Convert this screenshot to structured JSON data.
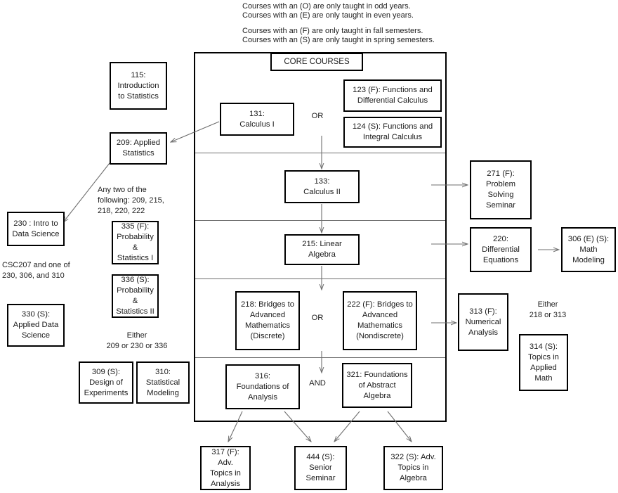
{
  "legend": {
    "block1": "Courses with an (O) are only taught in odd years.\nCourses with an (E) are only taught in even years.",
    "block2": "Courses with an (F) are only taught in fall semesters.\nCourses with an (S) are only taught in spring semesters."
  },
  "core": {
    "header": "CORE COURSES",
    "or_1": "OR",
    "or_2": "OR",
    "and_1": "AND",
    "boxes": {
      "c131": "131:\nCalculus I",
      "c123": "123 (F): Functions and\nDifferential Calculus",
      "c124": "124 (S): Functions and\nIntegral Calculus",
      "c133": "133:\nCalculus II",
      "c215": "215: Linear Algebra",
      "c218": "218: Bridges to\nAdvanced\nMathematics\n(Discrete)",
      "c222": "222 (F): Bridges to\nAdvanced\nMathematics\n(Nondiscrete)",
      "c316": "316:\nFoundations of\nAnalysis",
      "c321": "321: Foundations\nof Abstract\nAlgebra"
    }
  },
  "left": {
    "c115": "115:\nIntroduction\nto Statistics",
    "c209": "209: Applied\nStatistics",
    "c230": "230 : Intro to\nData Science",
    "c330": "330 (S):\nApplied Data\nScience",
    "c335": "335 (F):\nProbability &\nStatistics I",
    "c336": "336 (S):\nProbability &\nStatistics II",
    "c309": "309  (S):\nDesign of\nExperiments",
    "c310": "310:\nStatistical\nModeling",
    "note_any_two": "Any two of the\nfollowing: 209, 215,\n218, 220, 222",
    "note_csc207": "CSC207 and one of\n230, 306, and 310",
    "note_either": "Either\n209 or 230 or 336"
  },
  "right": {
    "c271": "271 (F):\nProblem\nSolving\nSeminar",
    "c220": "220:\nDifferential\nEquations",
    "c306": "306 (E) (S):\nMath\nModeling",
    "c313": "313 (F):\nNumerical\nAnalysis",
    "c314": "314 (S):\nTopics in\nApplied\nMath",
    "note_either": "Either\n218 or 313"
  },
  "bottom": {
    "c317": "317 (F): Adv.\nTopics in\nAnalysis",
    "c444": "444 (S):\nSenior\nSeminar",
    "c322": "322 (S): Adv.\nTopics in\nAlgebra"
  },
  "colors": {
    "border": "#000000",
    "divider": "#6f6f6f",
    "arrow": "#6f6f6f",
    "text": "#1f1f1f"
  }
}
